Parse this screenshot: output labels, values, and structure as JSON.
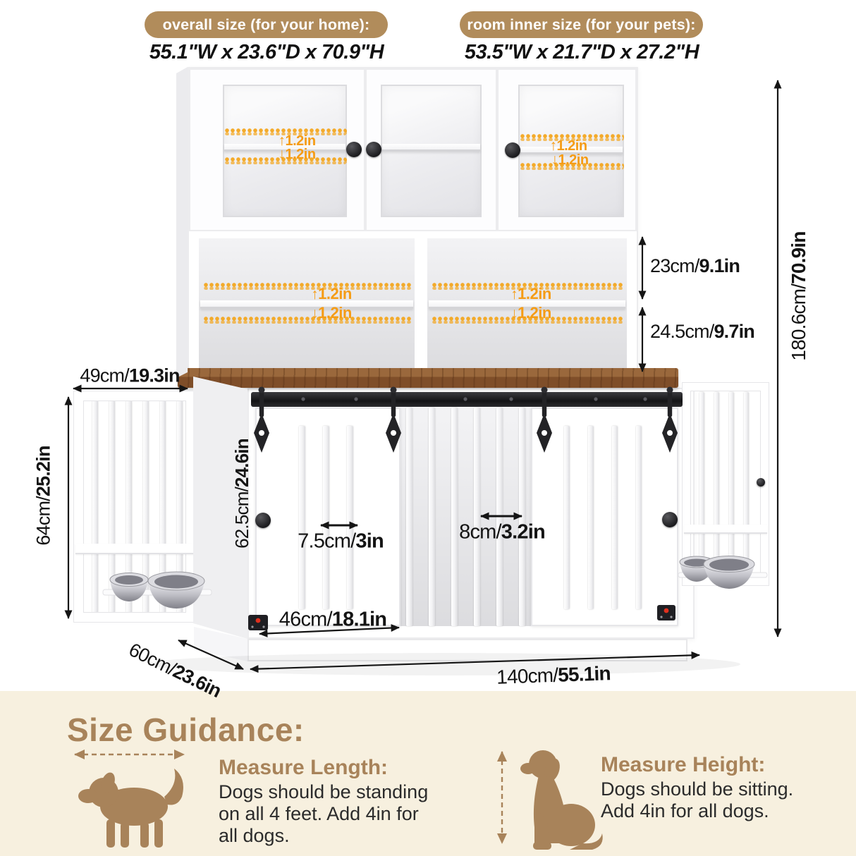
{
  "header": {
    "overall": {
      "badge": "overall size (for your home):",
      "dimensions": "55.1\"W x 23.6\"D x 70.9\"H"
    },
    "inner": {
      "badge": "room inner size (for your pets):",
      "dimensions": "53.5\"W x 21.7\"D x 27.2\"H"
    }
  },
  "shelf_adjust": {
    "up_arrow": "↑",
    "down_arrow": "↓",
    "label": "1.2in"
  },
  "dimensions": {
    "upper_shelf_height": {
      "metric": "23cm/",
      "imperial": "9.1in"
    },
    "lower_shelf_height": {
      "metric": "24.5cm/",
      "imperial": "9.7in"
    },
    "overall_height": {
      "metric": "180.6cm/",
      "imperial": "70.9in"
    },
    "side_door_width": {
      "metric": "49cm/",
      "imperial": "19.3in"
    },
    "side_door_height": {
      "metric": "64cm/",
      "imperial": "25.2in"
    },
    "crate_opening_height": {
      "metric": "62.5cm/",
      "imperial": "24.6in"
    },
    "bar_gap_door": {
      "metric": "7.5cm/",
      "imperial": "3in"
    },
    "bar_gap_divider": {
      "metric": "8cm/",
      "imperial": "3.2in"
    },
    "sliding_door_width": {
      "metric": "46cm/",
      "imperial": "18.1in"
    },
    "overall_depth": {
      "metric": "60cm/",
      "imperial": "23.6in"
    },
    "overall_width": {
      "metric": "140cm/",
      "imperial": "55.1in"
    }
  },
  "guidance": {
    "title": "Size Guidance:",
    "measure_length": {
      "heading": "Measure Length:",
      "line1": "Dogs should be standing",
      "line2": "on all 4 feet. Add 4in for",
      "line3": "all dogs."
    },
    "measure_height": {
      "heading": "Measure Height:",
      "line1": "Dogs should be sitting.",
      "line2": "Add 4in for all dogs."
    }
  },
  "colors": {
    "badge_bg": "#b18c5b",
    "accent_orange": "#f59c15",
    "guidance_brown": "#a8835a",
    "wood_top": "#8a5a33",
    "cream_bg": "#f7f0df"
  }
}
